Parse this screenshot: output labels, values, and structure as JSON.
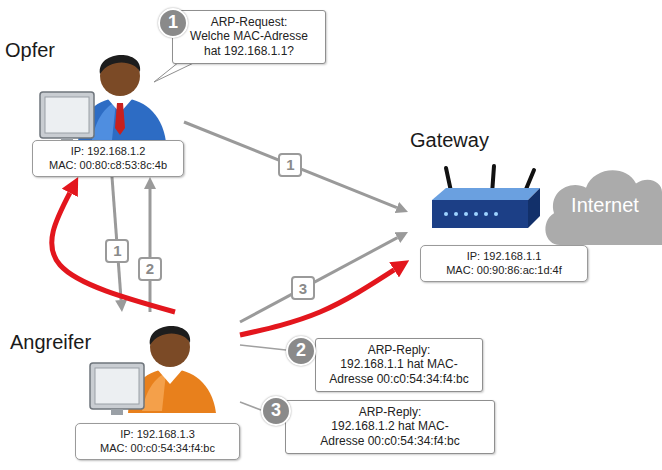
{
  "diagram": {
    "nodes": [
      {
        "text": [
          "Opfer",
          "IP: 192.168.1.2",
          "MAC: 00:80:c8:53:8c:4b"
        ]
      },
      {
        "text": [
          "ARP-Request:",
          "Welche MAC-Adresse hat 192.168.1.1?"
        ]
      },
      {
        "text": [
          "1"
        ],
        "in": 1
      },
      {
        "text": [
          "Gateway",
          "IP: 192.168.1.1",
          "MAC: 00:90:86:ac:1d:4f"
        ]
      },
      {
        "text": [
          "Internet"
        ]
      },
      {
        "text": [
          "Angreifer",
          "IP: 192.168.1.3",
          "MAC: 00:c0:54:34:f4:bc"
        ]
      },
      {
        "text": [
          "ARP-Reply:",
          "192.168.1.1 hat MAC-Adresse 00:c0:54:34:f4:bc"
        ]
      },
      {
        "text": [
          "2"
        ],
        "in": 6
      },
      {
        "text": [
          "ARP-Reply:",
          "192.168.1.2 hat MAC-Adresse 00:c0:54:34:f4:bc"
        ]
      },
      {
        "text": [
          "3"
        ],
        "in": 8
      }
    ],
    "edges": [
      {
        "from": 0,
        "to": 3,
        "arrow": "to",
        "label": "1"
      },
      {
        "from": 0,
        "to": 5,
        "arrow": "to",
        "label": "1"
      },
      {
        "from": 5,
        "to": 0,
        "arrow": "to",
        "label": "2"
      },
      {
        "from": 5,
        "to": 3,
        "arrow": "to",
        "label": "3"
      },
      {
        "from": 5,
        "to": 0,
        "arrow": "to"
      },
      {
        "from": 5,
        "to": 3,
        "arrow": "to"
      },
      {
        "from": 5,
        "to": 7,
        "arrow": "none"
      },
      {
        "from": 5,
        "to": 9,
        "arrow": "none"
      }
    ]
  }
}
